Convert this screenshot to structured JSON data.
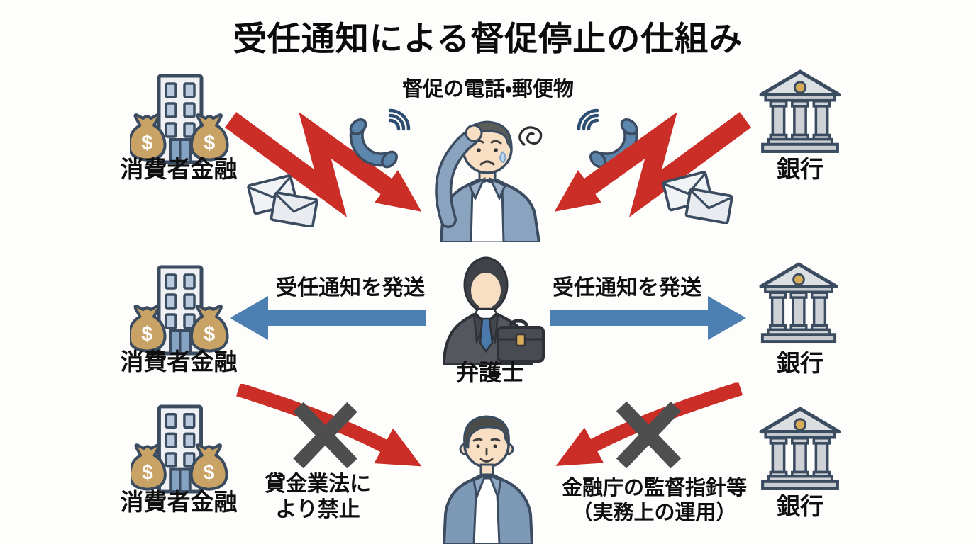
{
  "title": "受任通知による督促停止の仕組み",
  "entities": {
    "consumer_finance": "消費者金融",
    "bank": "銀行",
    "lawyer": "弁護士"
  },
  "rows": {
    "before_notice": {
      "caption": "督促の電話・郵便物"
    },
    "sending_notice": {
      "left_arrow_label": "受任通知を発送",
      "right_arrow_label": "受任通知を発送"
    },
    "after_notice": {
      "left_reason_line1": "貸金業法に",
      "left_reason_line2": "より禁止",
      "right_reason_line1": "金融庁の監督指針等",
      "right_reason_line2": "（実務上の運用）"
    }
  },
  "glyphs": {
    "dollar": "$"
  },
  "icons": {
    "consumer_finance": "building-with-money-bags-icon",
    "bank": "bank-building-icon",
    "phone": "ringing-phone-icon",
    "mail": "envelopes-icon",
    "collection_arrow": "red-zigzag-arrow-icon",
    "notice_arrow": "blue-arrow-icon",
    "blocked_arrow": "red-curved-arrow-icon",
    "prohibition": "prohibition-x-icon",
    "debtor_stressed": "stressed-person-icon",
    "debtor_relieved": "calm-person-icon",
    "lawyer": "lawyer-with-briefcase-icon",
    "dizzy": "dizzy-swirl-icon"
  },
  "colors": {
    "background": "#fdfdfc",
    "text": "#0f0f0f",
    "arrow_red": "#cb2e27",
    "arrow_blue": "#4d80b2",
    "cross_gray": "#4e4e4e",
    "outline_navy": "#3b4c61",
    "money_bag_tan": "#c9a366",
    "bank_gold": "#d8ac58",
    "jacket_blue": "#8aa4bf",
    "suit_gray": "#54575d",
    "skin": "#f8dfc4"
  }
}
